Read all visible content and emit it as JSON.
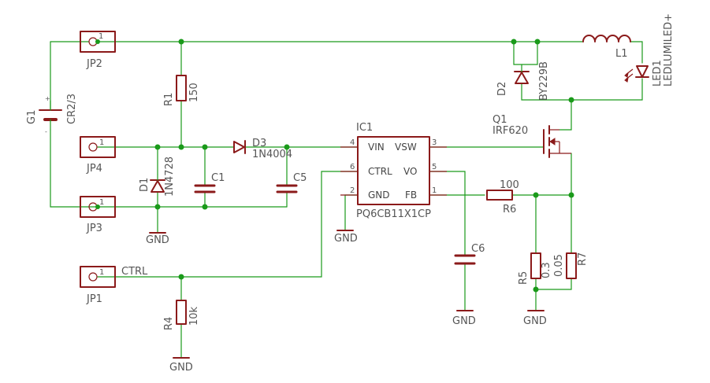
{
  "components": {
    "g1": {
      "ref": "G1",
      "value": "CR2/3",
      "plus": "+",
      "minus": "-"
    },
    "jp1": {
      "ref": "JP1",
      "pin": "1"
    },
    "jp2": {
      "ref": "JP2",
      "pin": "1"
    },
    "jp3": {
      "ref": "JP3",
      "pin": "1"
    },
    "jp4": {
      "ref": "JP4",
      "pin": "1"
    },
    "r1": {
      "ref": "R1",
      "value": "150"
    },
    "r4": {
      "ref": "R4",
      "value": "10k"
    },
    "r5": {
      "ref": "R5",
      "value": "0.3"
    },
    "r6": {
      "ref": "R6",
      "value": "100"
    },
    "r7": {
      "ref": "R7",
      "value": "0.05"
    },
    "d1": {
      "ref": "D1",
      "value": "1N4728"
    },
    "d2": {
      "ref": "D2",
      "value": "BY229B"
    },
    "d3": {
      "ref": "D3",
      "value": "1N4004"
    },
    "c1": {
      "ref": "C1"
    },
    "c5": {
      "ref": "C5"
    },
    "c6": {
      "ref": "C6"
    },
    "q1": {
      "ref": "Q1",
      "value": "IRF620"
    },
    "l1": {
      "ref": "L1"
    },
    "led1": {
      "ref": "LED1",
      "value": "LEDLUMILED+"
    },
    "ic1": {
      "ref": "IC1",
      "value": "PQ6CB11X1CP",
      "pins": {
        "vin": {
          "name": "VIN",
          "num": "4"
        },
        "ctrl": {
          "name": "CTRL",
          "num": "6"
        },
        "gnd": {
          "name": "GND",
          "num": "2"
        },
        "vsw": {
          "name": "VSW",
          "num": "3"
        },
        "vo": {
          "name": "VO",
          "num": "5"
        },
        "fb": {
          "name": "FB",
          "num": "1"
        }
      }
    }
  },
  "nets": {
    "ctrl": "CTRL",
    "gnd": "GND"
  },
  "colors": {
    "wire": "#1a9a1a",
    "part": "#8b1a1a",
    "label": "#555555"
  }
}
